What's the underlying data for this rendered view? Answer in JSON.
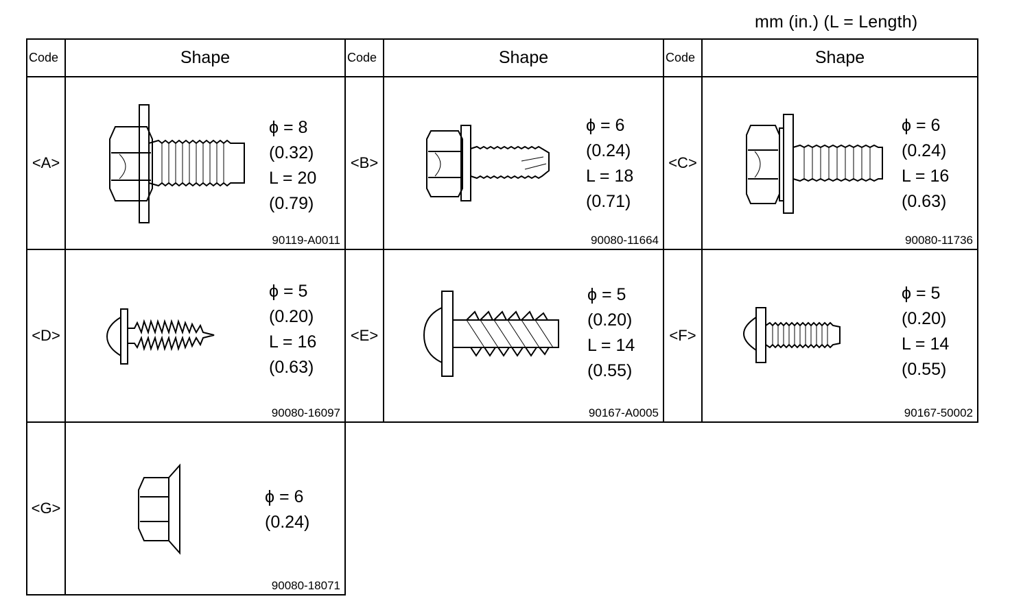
{
  "units_note": "mm (in.) (L = Length)",
  "header": {
    "code": "Code",
    "shape": "Shape"
  },
  "bolts": [
    {
      "code": "<A>",
      "diameter": "ϕ = 8",
      "diameter_in": "(0.32)",
      "length": "L = 20",
      "length_in": "(0.79)",
      "part_number": "90119-A0011",
      "icon": "hex-flange-bolt-with-washer-icon"
    },
    {
      "code": "<B>",
      "diameter": "ϕ = 6",
      "diameter_in": "(0.24)",
      "length": "L = 18",
      "length_in": "(0.71)",
      "part_number": "90080-11664",
      "icon": "hex-washer-bolt-icon"
    },
    {
      "code": "<C>",
      "diameter": "ϕ = 6",
      "diameter_in": "(0.24)",
      "length": "L = 16",
      "length_in": "(0.63)",
      "part_number": "90080-11736",
      "icon": "hex-washer-bolt-icon"
    },
    {
      "code": "<D>",
      "diameter": "ϕ = 5",
      "diameter_in": "(0.20)",
      "length": "L = 16",
      "length_in": "(0.63)",
      "part_number": "90080-16097",
      "icon": "tapping-screw-icon"
    },
    {
      "code": "<E>",
      "diameter": "ϕ = 5",
      "diameter_in": "(0.20)",
      "length": "L = 14",
      "length_in": "(0.55)",
      "part_number": "90167-A0005",
      "icon": "pan-head-thread-forming-screw-icon"
    },
    {
      "code": "<F>",
      "diameter": "ϕ = 5",
      "diameter_in": "(0.20)",
      "length": "L = 14",
      "length_in": "(0.55)",
      "part_number": "90167-50002",
      "icon": "pan-head-screw-icon"
    },
    {
      "code": "<G>",
      "diameter": "ϕ = 6",
      "diameter_in": "(0.24)",
      "part_number": "90080-18071",
      "icon": "flange-nut-icon"
    }
  ]
}
